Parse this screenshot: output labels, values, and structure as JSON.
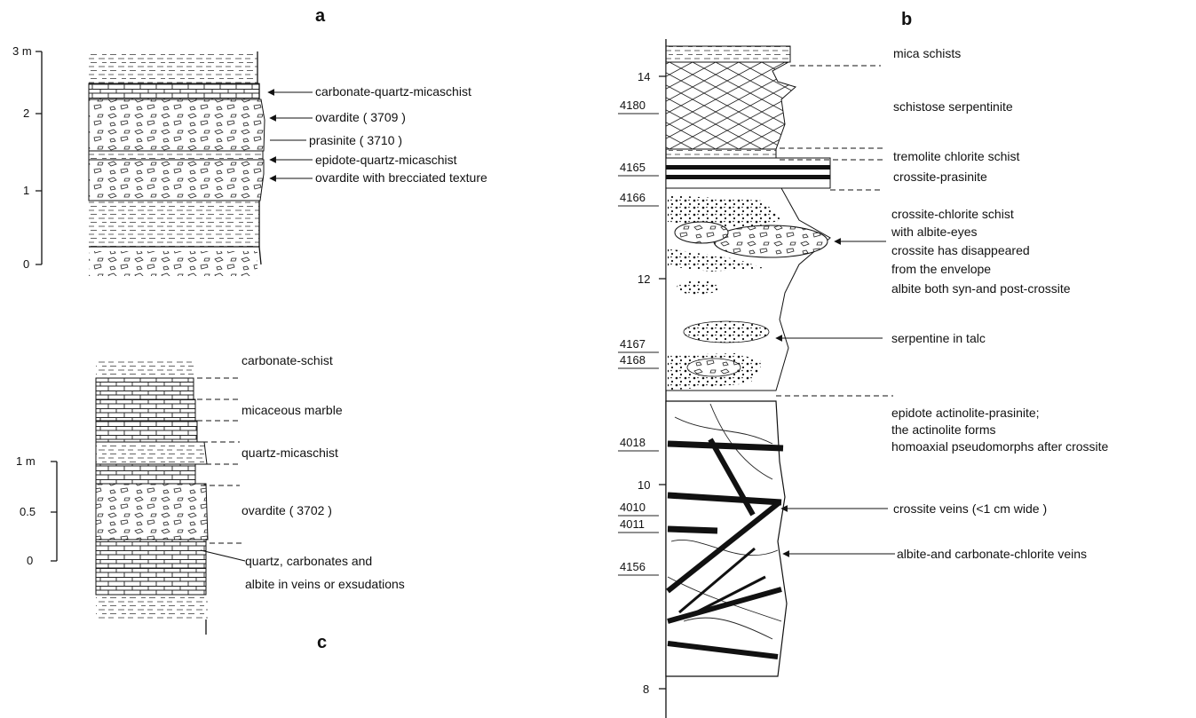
{
  "panels": {
    "a": {
      "letter": "a",
      "scale": {
        "ticks": [
          "3 m",
          "2",
          "1",
          "0"
        ]
      },
      "labels": [
        "carbonate-quartz-micaschist",
        "ovardite ( 3709 )",
        "prasinite ( 3710 )",
        "epidote-quartz-micaschist",
        "ovardite with brecciated texture"
      ]
    },
    "b": {
      "letter": "b",
      "depth_ticks": [
        "14",
        "12",
        "10",
        "8"
      ],
      "sample_numbers": [
        "4180",
        "4165",
        "4166",
        "4167",
        "4168",
        "4018",
        "4010",
        "4011",
        "4156"
      ],
      "labels": {
        "mica": "mica schists",
        "serpentinite": "schistose serpentinite",
        "tremolite": "tremolite chlorite schist",
        "crossite_prasinite": "crossite-prasinite",
        "chlorite_lines": [
          "crossite-chlorite schist",
          "with albite-eyes",
          "crossite has disappeared",
          "from the envelope",
          "albite both syn-and post-crossite"
        ],
        "serpentine_talc": "serpentine in talc",
        "epidote_lines": [
          "epidote actinolite-prasinite;",
          "the actinolite forms",
          "homoaxial pseudomorphs after crossite"
        ],
        "crossite_veins": "crossite veins (<1 cm wide )",
        "albite_veins": "albite-and carbonate-chlorite veins"
      }
    },
    "c": {
      "letter": "c",
      "scale": {
        "ticks": [
          "1 m",
          "0.5",
          "0"
        ]
      },
      "labels": {
        "carbonate_schist": "carbonate-schist",
        "micaceous_marble": "micaceous marble",
        "quartz_micaschist": "quartz-micaschist",
        "ovardite": "ovardite ( 3702 )",
        "veins_line1": "quartz, carbonates and",
        "veins_line2": "albite in veins or exsudations"
      }
    }
  }
}
